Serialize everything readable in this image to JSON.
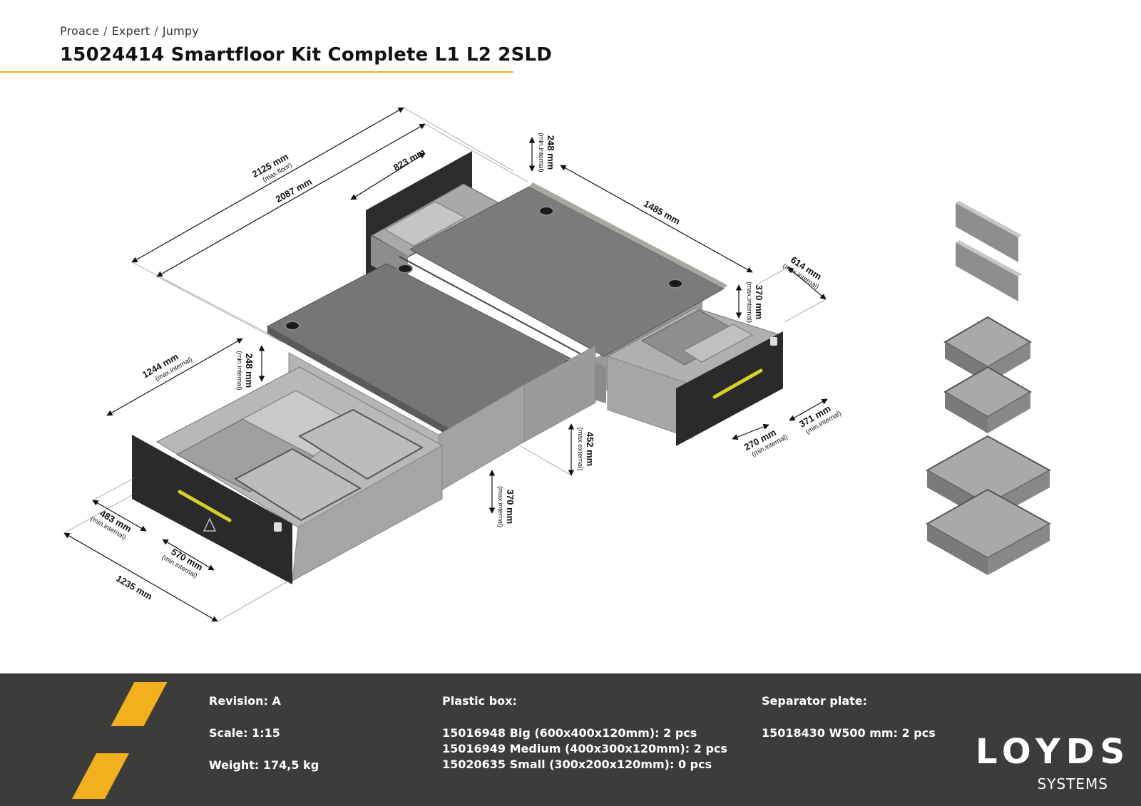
{
  "breadcrumb": [
    "Proace",
    "Expert",
    "Jumpy"
  ],
  "title": "15024414 Smartfloor Kit Complete L1 L2 2SLD",
  "dimensions": {
    "d2125": {
      "value": "2125 mm",
      "note": "(max.floor)"
    },
    "d2087": {
      "value": "2087 mm"
    },
    "d823": {
      "value": "823 mm"
    },
    "d248_top": {
      "value": "248 mm",
      "note": "(min.internal)"
    },
    "d1485": {
      "value": "1485 mm"
    },
    "d614": {
      "value": "614 mm",
      "note": "(max.internal)"
    },
    "d370_right": {
      "value": "370 mm",
      "note": "(max.internal)"
    },
    "d371": {
      "value": "371 mm",
      "note": "(min.internal)"
    },
    "d270": {
      "value": "270 mm",
      "note": "(min.internal)"
    },
    "d452": {
      "value": "452 mm",
      "note": "(max.external)"
    },
    "d1244": {
      "value": "1244 mm",
      "note": "(max.internal)"
    },
    "d248_left": {
      "value": "248 mm",
      "note": "(min.internal)"
    },
    "d370_left": {
      "value": "370 mm",
      "note": "(max.internal)"
    },
    "d483": {
      "value": "483 mm",
      "note": "(min.internal)"
    },
    "d570": {
      "value": "570 mm",
      "note": "(min.internal)"
    },
    "d1235": {
      "value": "1235 mm"
    }
  },
  "footer": {
    "revision": "Revision: A",
    "scale": "Scale: 1:15",
    "weight": "Weight: 174,5 kg",
    "plastic_box_title": "Plastic box:",
    "plastic_box_items": [
      "15016948 Big (600x400x120mm): 2 pcs",
      "15016949 Medium (400x300x120mm): 2 pcs",
      "15020635 Small (300x200x120mm): 0 pcs"
    ],
    "separator_title": "Separator plate:",
    "separator_items": [
      "15018430 W500 mm: 2 pcs"
    ],
    "logo_word": "LOYDS",
    "logo_sub": "SYSTEMS"
  },
  "colors": {
    "accent": "#f2b01e",
    "footer_bg": "#3c3c3b",
    "panel": "#7a7a7a",
    "drawer_front": "#2b2b2b"
  }
}
